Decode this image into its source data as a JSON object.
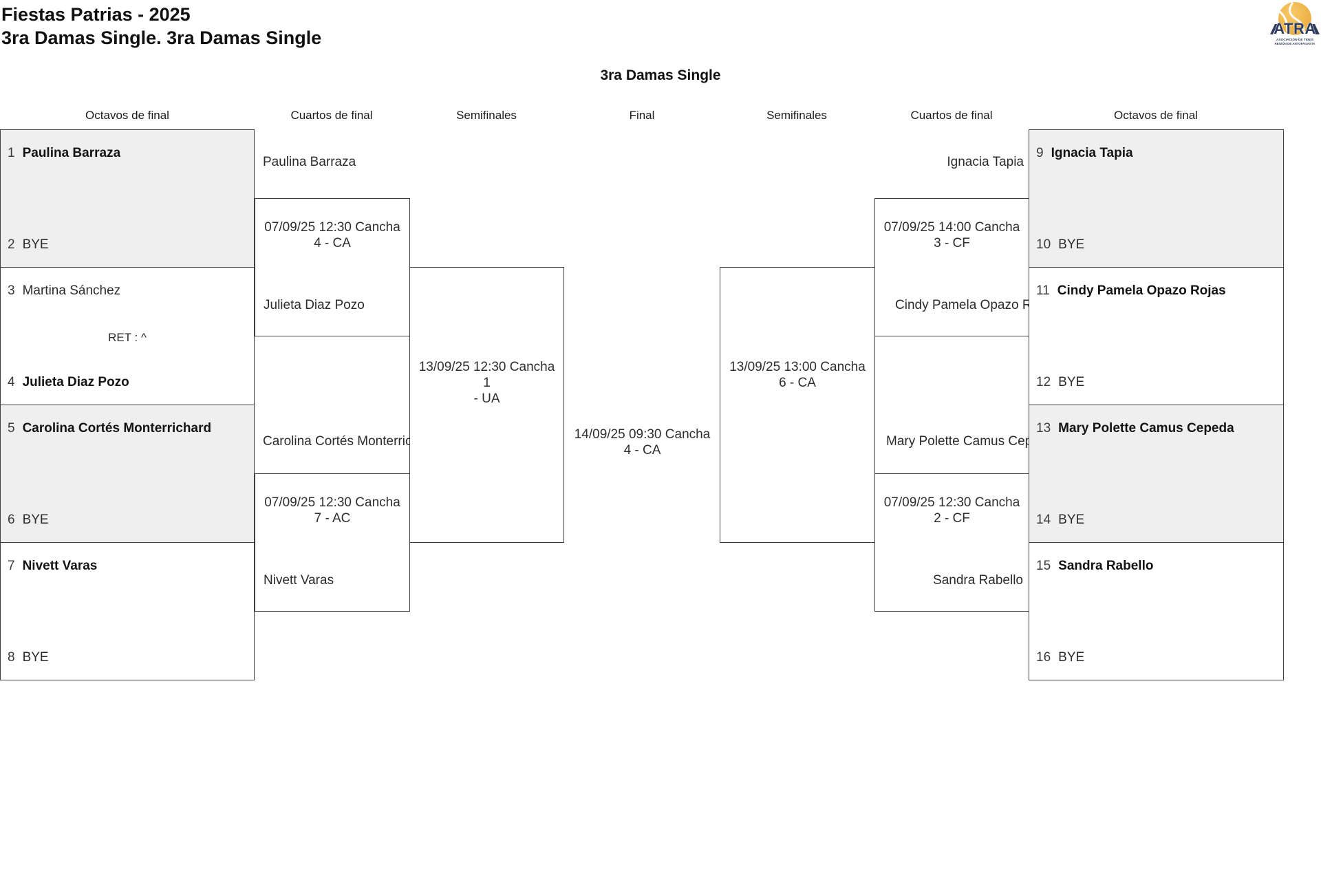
{
  "header": {
    "title_line1": "Fiestas Patrias - 2025",
    "title_line2": "3ra Damas Single. 3ra Damas Single"
  },
  "logo": {
    "acronym": "ATRA",
    "subtitle_line1": "ASOCIACIÓN DE TENIS",
    "subtitle_line2": "REGIÓN DE ANTOFAGASTA",
    "navy_color": "#2D3C5E",
    "ball_color": "#F2B64B"
  },
  "bracket": {
    "title": "3ra Damas Single",
    "rounds": [
      "Octavos de final",
      "Cuartos de final",
      "Semifinales",
      "Final",
      "Semifinales",
      "Cuartos de final",
      "Octavos de final"
    ],
    "colors": {
      "shaded_box": "#efefef",
      "border": "#3f3f3f"
    },
    "octavos_left": [
      {
        "top_seed": "1",
        "top_name": "Paulina Barraza",
        "top_advanced": true,
        "bottom_seed": "2",
        "bottom_name": "BYE",
        "bottom_advanced": false,
        "note": "",
        "shaded": true
      },
      {
        "top_seed": "3",
        "top_name": "Martina Sánchez",
        "top_advanced": false,
        "bottom_seed": "4",
        "bottom_name": "Julieta Diaz Pozo",
        "bottom_advanced": true,
        "note": "RET : ^",
        "shaded": false
      },
      {
        "top_seed": "5",
        "top_name": "Carolina Cortés Monterrichard",
        "top_advanced": true,
        "bottom_seed": "6",
        "bottom_name": "BYE",
        "bottom_advanced": false,
        "note": "",
        "shaded": true
      },
      {
        "top_seed": "7",
        "top_name": "Nivett Varas",
        "top_advanced": true,
        "bottom_seed": "8",
        "bottom_name": "BYE",
        "bottom_advanced": false,
        "note": "",
        "shaded": false
      }
    ],
    "octavos_right": [
      {
        "top_seed": "9",
        "top_name": "Ignacia Tapia",
        "top_advanced": true,
        "bottom_seed": "10",
        "bottom_name": "BYE",
        "bottom_advanced": false,
        "note": "",
        "shaded": true
      },
      {
        "top_seed": "11",
        "top_name": "Cindy Pamela Opazo Rojas",
        "top_advanced": true,
        "bottom_seed": "12",
        "bottom_name": "BYE",
        "bottom_advanced": false,
        "note": "",
        "shaded": false
      },
      {
        "top_seed": "13",
        "top_name": "Mary Polette Camus Cepeda",
        "top_advanced": true,
        "bottom_seed": "14",
        "bottom_name": "BYE",
        "bottom_advanced": false,
        "note": "",
        "shaded": true
      },
      {
        "top_seed": "15",
        "top_name": "Sandra Rabello",
        "top_advanced": true,
        "bottom_seed": "16",
        "bottom_name": "BYE",
        "bottom_advanced": false,
        "note": "",
        "shaded": false
      }
    ],
    "cuartos_left": [
      {
        "schedule_line1": "07/09/25 12:30 Cancha",
        "schedule_line2": "4 - CA",
        "player_top": "Paulina Barraza",
        "player_bottom": "Julieta Diaz Pozo"
      },
      {
        "schedule_line1": "07/09/25 12:30 Cancha",
        "schedule_line2": "7 - AC",
        "player_top": "Carolina Cortés Monterrichard",
        "player_bottom": "Nivett Varas"
      }
    ],
    "cuartos_right": [
      {
        "schedule_line1": "07/09/25 14:00 Cancha",
        "schedule_line2": "3 - CF",
        "player_top": "Ignacia Tapia",
        "player_bottom": "Cindy Pamela Opazo Rojas"
      },
      {
        "schedule_line1": "07/09/25 12:30 Cancha",
        "schedule_line2": "2 - CF",
        "player_top": "Mary Polette Camus Cepeda",
        "player_bottom": "Sandra Rabello"
      }
    ],
    "semifinal_left": {
      "schedule_line1": "13/09/25 12:30 Cancha 1",
      "schedule_line2": "- UA"
    },
    "semifinal_right": {
      "schedule_line1": "13/09/25 13:00 Cancha",
      "schedule_line2": "6 - CA"
    },
    "final": {
      "schedule_line1": "14/09/25 09:30 Cancha",
      "schedule_line2": "4 - CA"
    }
  }
}
